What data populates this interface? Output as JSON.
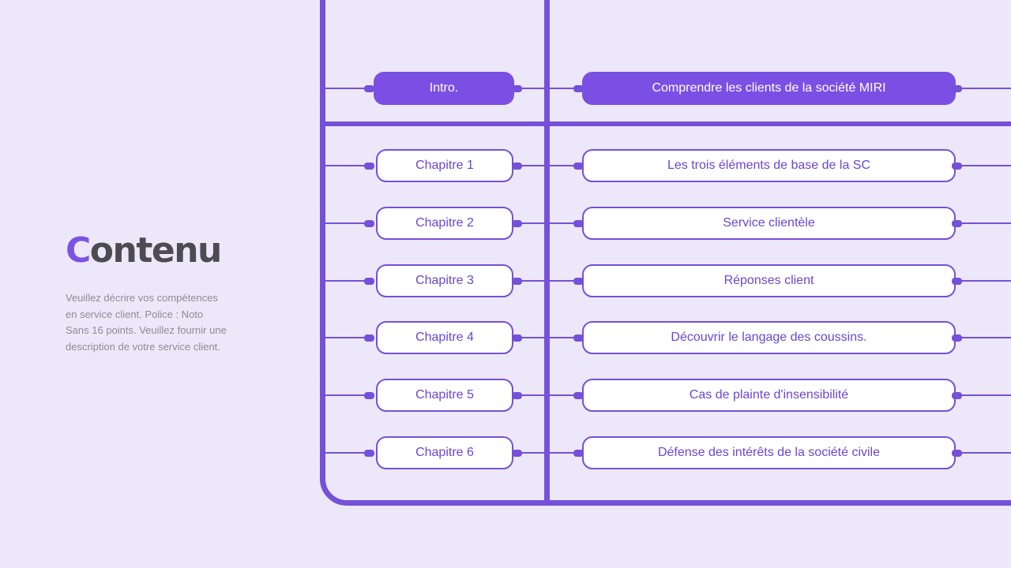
{
  "colors": {
    "background": "#EDE8F9",
    "line_purple": "#7550D9",
    "pill_fill_purple": "#7B4FE3",
    "pill_text_purple": "#6946D6",
    "title_dark": "#4D4B52",
    "title_accent": "#7B52E4",
    "description_gray": "#8F8B99"
  },
  "sidebar": {
    "title_first_letter": "C",
    "title_rest": "ontenu",
    "description_lines": [
      "Veuillez décrire vos compétences",
      "en service client. Police : Noto",
      "Sans 16 points. Veuillez fournir une",
      "description de votre service client."
    ]
  },
  "toc": {
    "rows": [
      {
        "left": "Intro.",
        "right": "Comprendre les clients de la société MIRI"
      },
      {
        "left": "Chapitre 1",
        "right": "Les trois éléments de base de la SC"
      },
      {
        "left": "Chapitre 2",
        "right": "Service clientèle"
      },
      {
        "left": "Chapitre 3",
        "right": "Réponses client"
      },
      {
        "left": "Chapitre 4",
        "right": "Découvrir le langage des coussins."
      },
      {
        "left": "Chapitre 5",
        "right": "Cas de plainte d'insensibilité"
      },
      {
        "left": "Chapitre 6",
        "right": "Défense des intérêts de la société civile"
      }
    ]
  }
}
